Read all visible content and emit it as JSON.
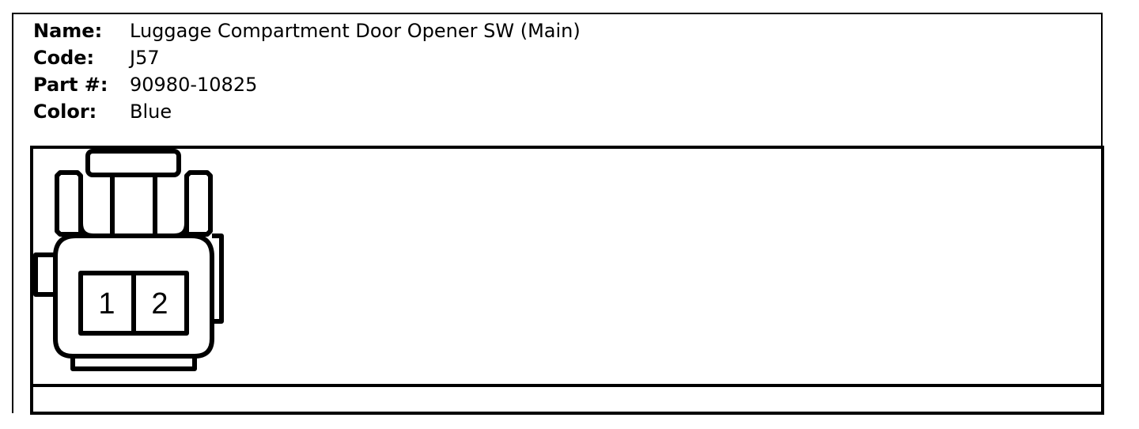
{
  "connector": {
    "name_label": "Name:",
    "name_value": "Luggage Compartment Door Opener SW (Main)",
    "code_label": "Code:",
    "code_value": "J57",
    "part_label": "Part #:",
    "part_value": "90980-10825",
    "color_label": "Color:",
    "color_value": "Blue"
  },
  "pins": [
    "1",
    "2"
  ]
}
